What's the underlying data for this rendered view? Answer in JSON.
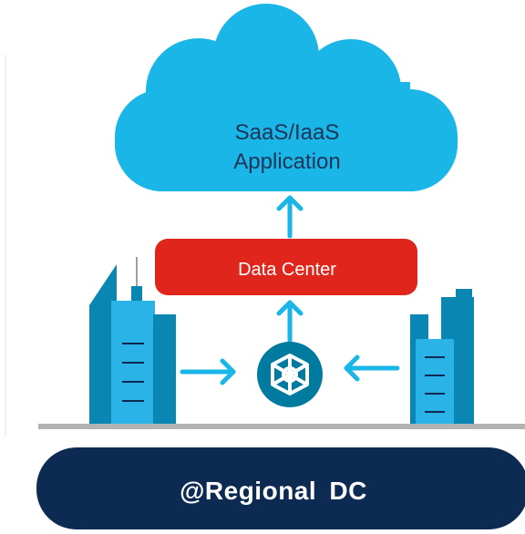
{
  "cloud": {
    "line1": "SaaS/IaaS",
    "line2": "Application"
  },
  "data_center": {
    "label": "Data Center"
  },
  "banner": {
    "label": "@Regional  DC"
  },
  "hub": {
    "icon": "network-hub-icon"
  },
  "colors": {
    "cloud": "#1ab6e8",
    "data_center": "#e0261c",
    "arrows": "#1ab6e8",
    "hub": "#007a9e",
    "building_light": "#29b3e6",
    "building_dark": "#0a86b3",
    "ground": "#b3b3b3",
    "banner": "#0d2a52"
  }
}
